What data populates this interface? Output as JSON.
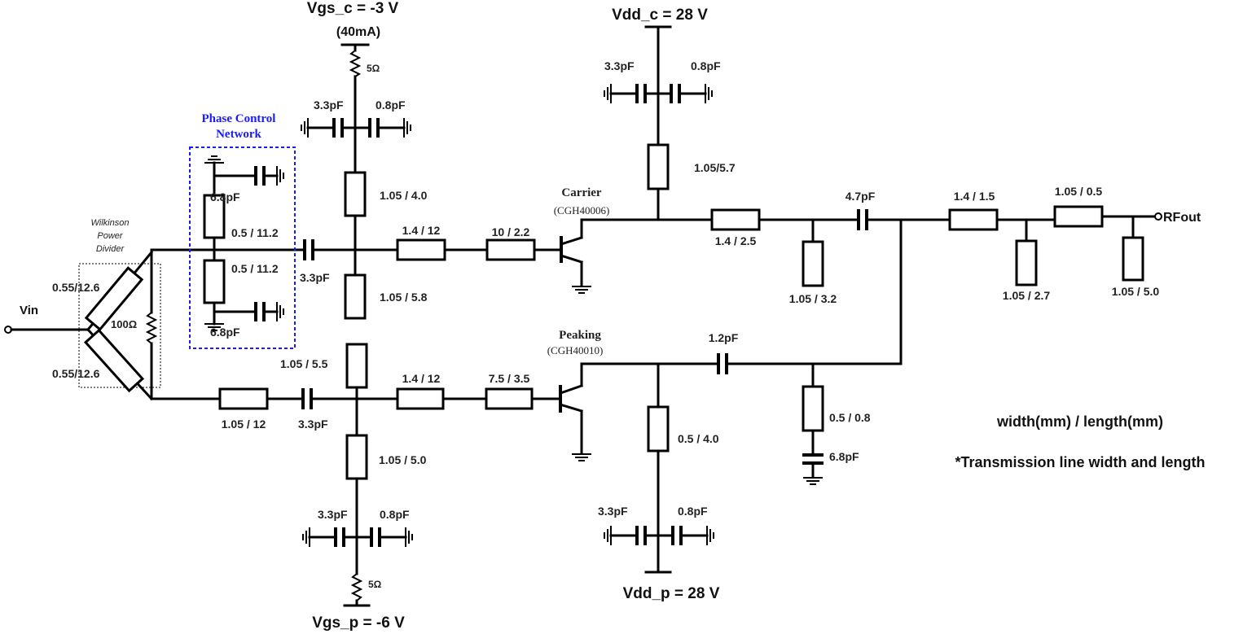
{
  "supplies": {
    "vgs_c": "Vgs_c = -3 V",
    "vgs_c_current": "(40mA)",
    "vdd_c": "Vdd_c = 28 V",
    "vgs_p": "Vgs_p = -6 V",
    "vdd_p": "Vdd_p = 28 V"
  },
  "ports": {
    "input": "Vin",
    "output": "RFout"
  },
  "divider": {
    "title_line1": "Wilkinson",
    "title_line2": "Power",
    "title_line3": "Divider",
    "arm_top": "0.55/12.6",
    "arm_bottom": "0.55/12.6",
    "resistor": "100Ω"
  },
  "phase_network": {
    "title_line1": "Phase Control",
    "title_line2": "Network",
    "cap_top": "6.8pF",
    "cap_bottom": "6.8pF",
    "line_top": "0.5 / 11.2",
    "line_bottom": "0.5 / 11.2"
  },
  "carrier": {
    "name": "Carrier",
    "part": "(CGH40006)",
    "bias_resistor": "5Ω",
    "gate_cap_left": "3.3pF",
    "gate_cap_right": "0.8pF",
    "gate_stub_up": "1.05 / 4.0",
    "gate_stub_down": "1.05 / 5.8",
    "dc_block": "3.3pF",
    "line1": "1.4 / 12",
    "line2": "10 / 2.2",
    "drain_cap_left": "3.3pF",
    "drain_cap_right": "0.8pF",
    "drain_bias_line": "1.05/5.7",
    "out_line": "1.4 / 2.5",
    "out_stub": "1.05 / 3.2",
    "out_cap": "4.7pF"
  },
  "peaking": {
    "name": "Peaking",
    "part": "(CGH40010)",
    "in_line": "1.05 / 12",
    "dc_block": "3.3pF",
    "gate_stub_up": "1.05 / 5.5",
    "gate_stub_down": "1.05 / 5.0",
    "line1": "1.4 / 12",
    "line2": "7.5 / 3.5",
    "gate_cap_left": "3.3pF",
    "gate_cap_right": "0.8pF",
    "bias_resistor": "5Ω",
    "drain_cap": "1.2pF",
    "drain_bias_line": "0.5 / 4.0",
    "drain_cap_left": "3.3pF",
    "drain_cap_right": "0.8pF",
    "shunt_line": "0.5 / 0.8",
    "shunt_cap": "6.8pF"
  },
  "output_network": {
    "line1": "1.4 / 1.5",
    "stub1": "1.05 / 2.7",
    "line2": "1.05 / 0.5",
    "stub2": "1.05 / 5.0"
  },
  "legend": {
    "units": "width(mm) / length(mm)",
    "note": "*Transmission line width and length"
  },
  "colors": {
    "wire": "#000000",
    "phase_box": "#1a1aff",
    "text": "#222222"
  }
}
